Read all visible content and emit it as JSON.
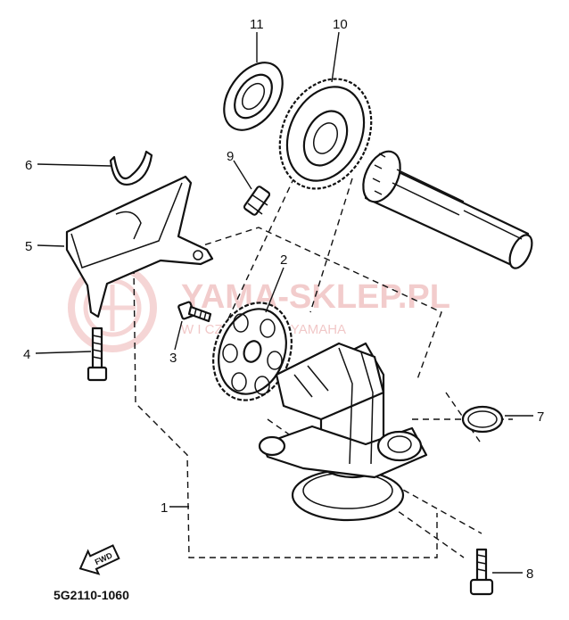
{
  "callouts": [
    "11",
    "10",
    "9",
    "6",
    "5",
    "2",
    "3",
    "4",
    "7",
    "1",
    "8"
  ],
  "watermark": {
    "title": "YAMA-SKLEP.PL",
    "subtitle": "W  I  CZ | DEALER YAMAHA",
    "color": "#e9a4a4"
  },
  "arrow_label": "FWD",
  "diagram_code": "5G2110-1060"
}
